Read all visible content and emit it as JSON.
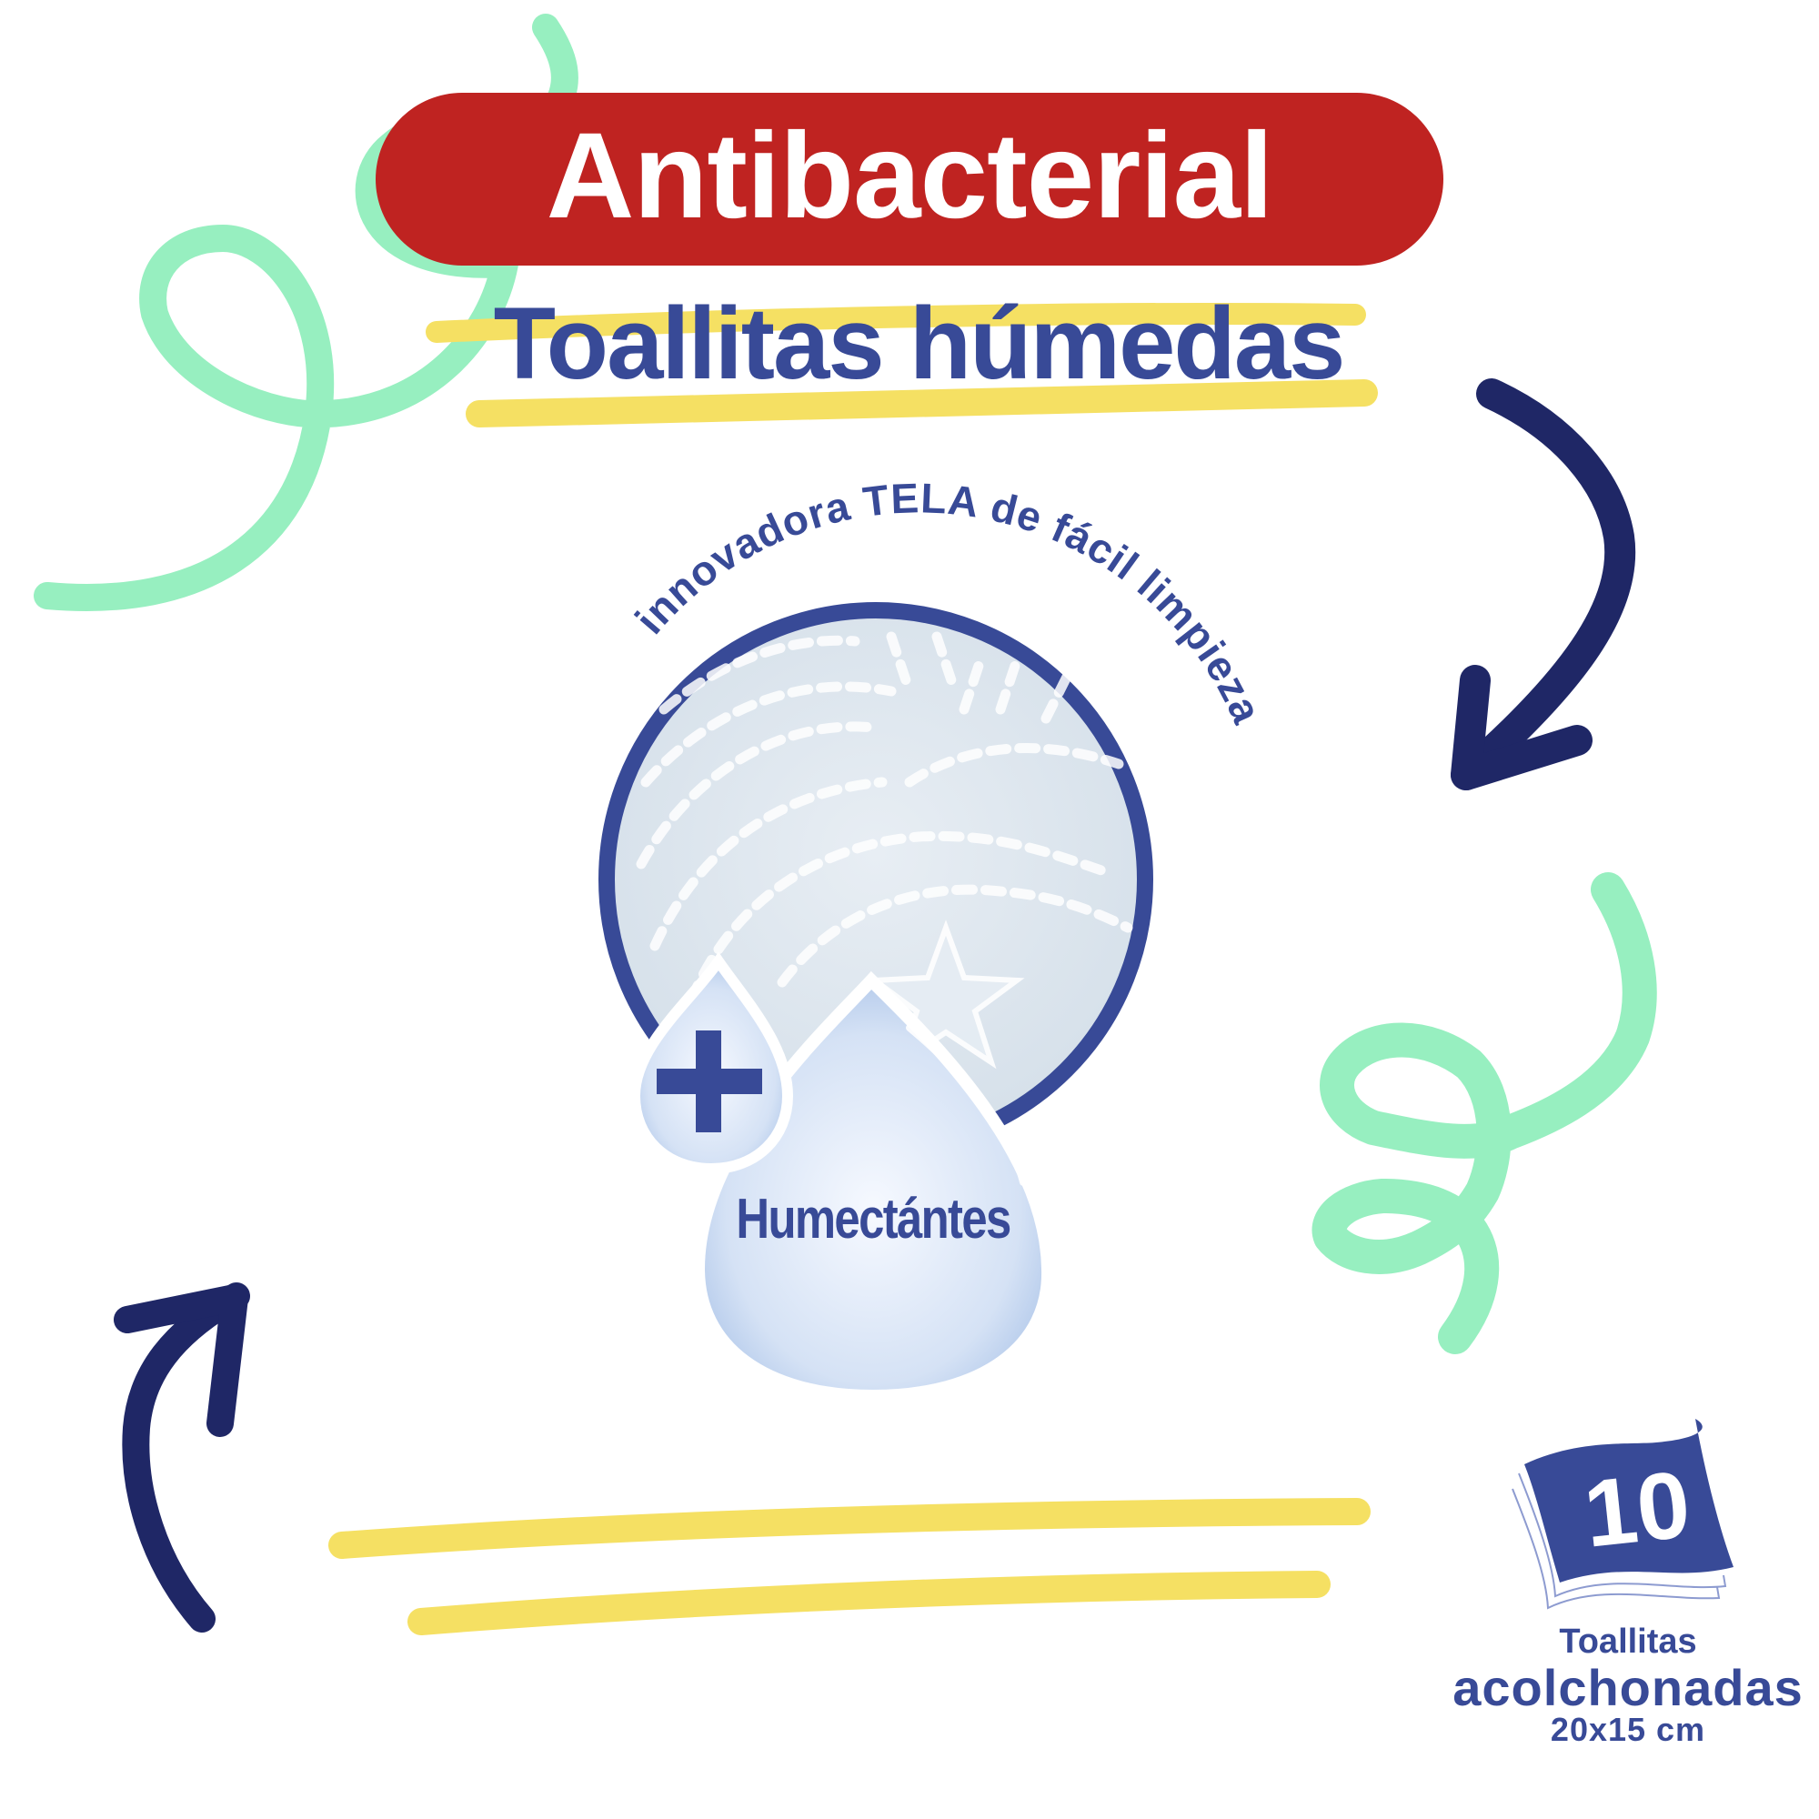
{
  "colors": {
    "background": "#ffffff",
    "red_badge": "#bf2321",
    "navy_text": "#384a97",
    "dark_arrow": "#1f2766",
    "mint_squiggle": "#97efc0",
    "yellow_highlight": "#f5e063",
    "circle_fill": "#dde7ef",
    "drop_fill": "#c7d8f0"
  },
  "header": {
    "badge_label": "Antibacterial",
    "title": "Toallitas húmedas"
  },
  "feature": {
    "arc_text": "innovadora TELA de fácil limpieza",
    "plus_icon": "plus-icon",
    "drop_label": "Humectántes"
  },
  "pack": {
    "count": "10",
    "line1": "Toallitas",
    "line2": "acolchonadas",
    "size": "20x15 cm"
  },
  "decorations": {
    "arrows": [
      "curved-arrow-down-left",
      "curved-arrow-up-right"
    ],
    "squiggles": [
      "mint-loop-top-left",
      "mint-loop-right"
    ],
    "highlight_bars": 4
  }
}
